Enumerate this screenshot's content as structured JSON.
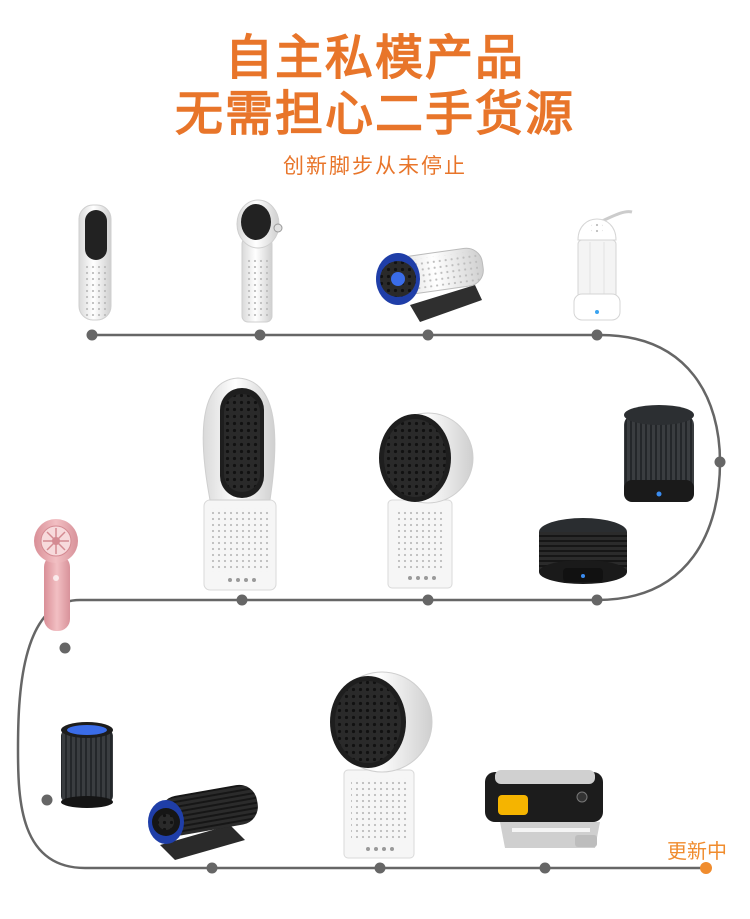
{
  "header": {
    "title_line1": "自主私模产品",
    "title_line2": "无需担心二手货源",
    "subtitle": "创新脚步从未停止"
  },
  "timeline": {
    "end_label": "更新中"
  },
  "colors": {
    "title": "#e8752a",
    "subtitle": "#e8752a",
    "path": "#666666",
    "end_marker": "#f08c2e",
    "accent_blue": "#2f6fe0",
    "product_pink": "#e8a9ae",
    "product_white": "#f2f2f2",
    "product_dark": "#2b2b2b",
    "accent_yellow": "#f5b400"
  },
  "products": [
    {
      "name": "pill-tower-purifier",
      "icon": "tower-purifier-icon"
    },
    {
      "name": "round-head-tower-purifier",
      "icon": "tower-purifier-icon"
    },
    {
      "name": "car-cupholder-purifier-blue",
      "icon": "car-purifier-icon"
    },
    {
      "name": "humidifier-tower",
      "icon": "humidifier-icon"
    },
    {
      "name": "large-pill-purifier",
      "icon": "tower-purifier-icon"
    },
    {
      "name": "large-round-purifier",
      "icon": "tower-purifier-icon"
    },
    {
      "name": "tall-dark-cylinder",
      "icon": "cylinder-purifier-icon"
    },
    {
      "name": "short-dark-puck",
      "icon": "puck-purifier-icon"
    },
    {
      "name": "pink-handheld-fan",
      "icon": "handheld-fan-icon"
    },
    {
      "name": "black-cylinder-blue-top",
      "icon": "cylinder-purifier-icon"
    },
    {
      "name": "car-vent-purifier",
      "icon": "car-purifier-icon"
    },
    {
      "name": "round-head-desk-purifier",
      "icon": "tower-purifier-icon"
    },
    {
      "name": "black-yellow-car-device",
      "icon": "car-device-icon"
    }
  ]
}
